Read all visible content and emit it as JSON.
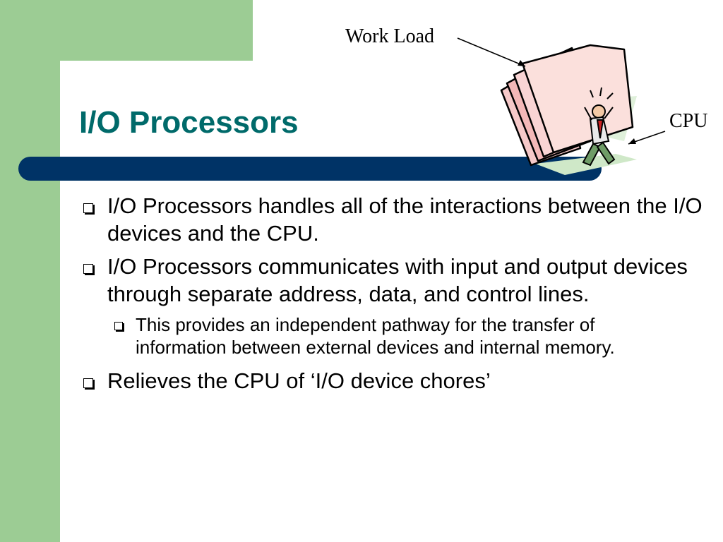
{
  "slide": {
    "title": "I/O Processors",
    "bullets": [
      "I/O Processors handles all of the interactions between the I/O devices and the CPU.",
      "I/O Processors communicates with input and output devices through separate address, data, and control lines."
    ],
    "sub_bullets": [
      "This provides an independent pathway for the transfer of information between external devices and internal memory."
    ],
    "last_bullet": "Relieves the CPU of ‘I/O device chores’"
  },
  "clipart": {
    "work_load_label": "Work Load",
    "cpu_label": "CPU"
  },
  "colors": {
    "title": "#006a6a",
    "accent_green": "#9ccc94",
    "title_bar": "#003366"
  }
}
